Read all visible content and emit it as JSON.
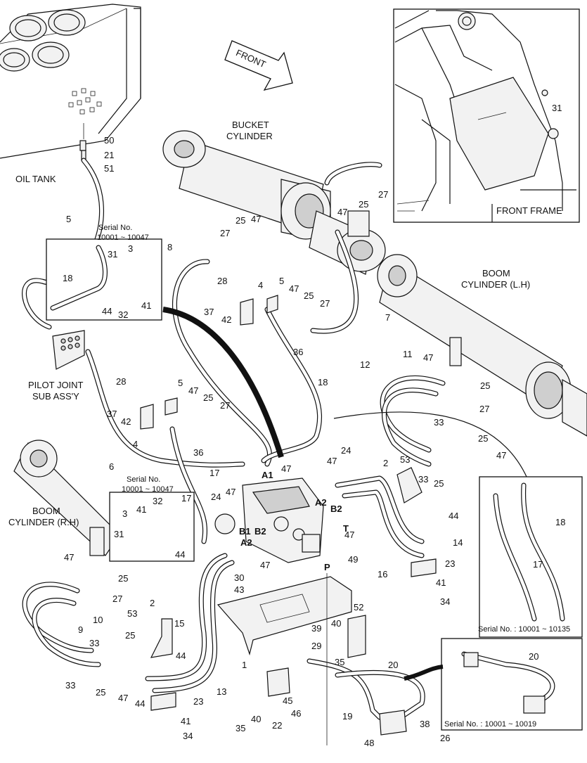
{
  "labels": {
    "front": "FRONT",
    "bucket_cylinder_line1": "BUCKET",
    "bucket_cylinder_line2": "CYLINDER",
    "oil_tank": "OIL TANK",
    "pilot_joint_line1": "PILOT JOINT",
    "pilot_joint_line2": "SUB ASS'Y",
    "boom_lh_line1": "BOOM",
    "boom_lh_line2": "CYLINDER (L.H)",
    "boom_rh_line1": "BOOM",
    "boom_rh_line2": "CYLINDER (R.H)",
    "front_frame": "FRONT FRAME",
    "serial_top_line1": "Serial No.",
    "serial_top_line2": "10001 ~ 10047",
    "serial_mid_line1": "Serial No.",
    "serial_mid_line2": "10001 ~ 10047",
    "serial_right": "Serial No. : 10001 ~ 10135",
    "serial_bottom": "Serial No. : 10001 ~ 10019"
  },
  "ports": {
    "a1": "A1",
    "b1": "B1",
    "a2_left": "A2",
    "b2_left": "B2",
    "a2_right": "A2",
    "b2_right": "B2",
    "t": "T",
    "p": "P"
  },
  "callouts": {
    "n50": "50",
    "n21": "21",
    "n51": "51",
    "n5_top": "5",
    "n31_inset": "31",
    "n3_inset": "3",
    "n18_inset": "18",
    "n44_inset": "44",
    "n32_inset": "32",
    "n41_inset": "41",
    "n8": "8",
    "n25_a": "25",
    "n47_a": "47",
    "n27_a": "27",
    "n28_a": "28",
    "n4_a": "4",
    "n37_a": "37",
    "n42_a": "42",
    "n5_b": "5",
    "n47_b": "47",
    "n25_b": "25",
    "n27_b": "27",
    "n36_a": "36",
    "n7": "7",
    "n47_c": "47",
    "n25_c": "25",
    "n27_c": "27",
    "n31_frame": "31",
    "n47_d": "47",
    "n11": "11",
    "n12": "12",
    "n25_d": "25",
    "n27_d": "27",
    "n28_b": "28",
    "n37_b": "37",
    "n42_b": "42",
    "n4_b": "4",
    "n5_c": "5",
    "n47_e": "47",
    "n25_e": "25",
    "n27_e": "27",
    "n36_b": "36",
    "n18_a": "18",
    "n6": "6",
    "n17_a": "17",
    "n47_f": "47",
    "n24_a": "24",
    "n47_g": "47",
    "n33_a": "33",
    "n25_f": "25",
    "n47_h": "47",
    "n2_a": "2",
    "n53_a": "53",
    "n33_b": "33",
    "n25_g": "25",
    "n3_mid": "3",
    "n41_mid": "41",
    "n32_mid": "32",
    "n17_mid": "17",
    "n31_mid": "31",
    "n44_mid": "44",
    "n24_b": "24",
    "n47_i": "47",
    "n47_j": "47",
    "n44_b": "44",
    "n14": "14",
    "n49": "49",
    "n16": "16",
    "n23_a": "23",
    "n41_a": "41",
    "n34_a": "34",
    "n18_b": "18",
    "n17_b": "17",
    "n47_k": "47",
    "n25_h": "25",
    "n27_f": "27",
    "n9": "9",
    "n10": "10",
    "n30": "30",
    "n43": "43",
    "n47_l": "47",
    "n2_b": "2",
    "n53_b": "53",
    "n15": "15",
    "n33_c": "33",
    "n25_i": "25",
    "n44_c": "44",
    "n33_d": "33",
    "n25_j": "25",
    "n47_m": "47",
    "n44_d": "44",
    "n13": "13",
    "n23_b": "23",
    "n41_b": "41",
    "n34_b": "34",
    "n1": "1",
    "n39": "39",
    "n29": "29",
    "n40_a": "40",
    "n35_a": "35",
    "n52": "52",
    "n20_a": "20",
    "n20_b": "20",
    "n35_b": "35",
    "n40_b": "40",
    "n45": "45",
    "n46": "46",
    "n22": "22",
    "n19": "19",
    "n48": "48",
    "n38": "38",
    "n26": "26"
  }
}
